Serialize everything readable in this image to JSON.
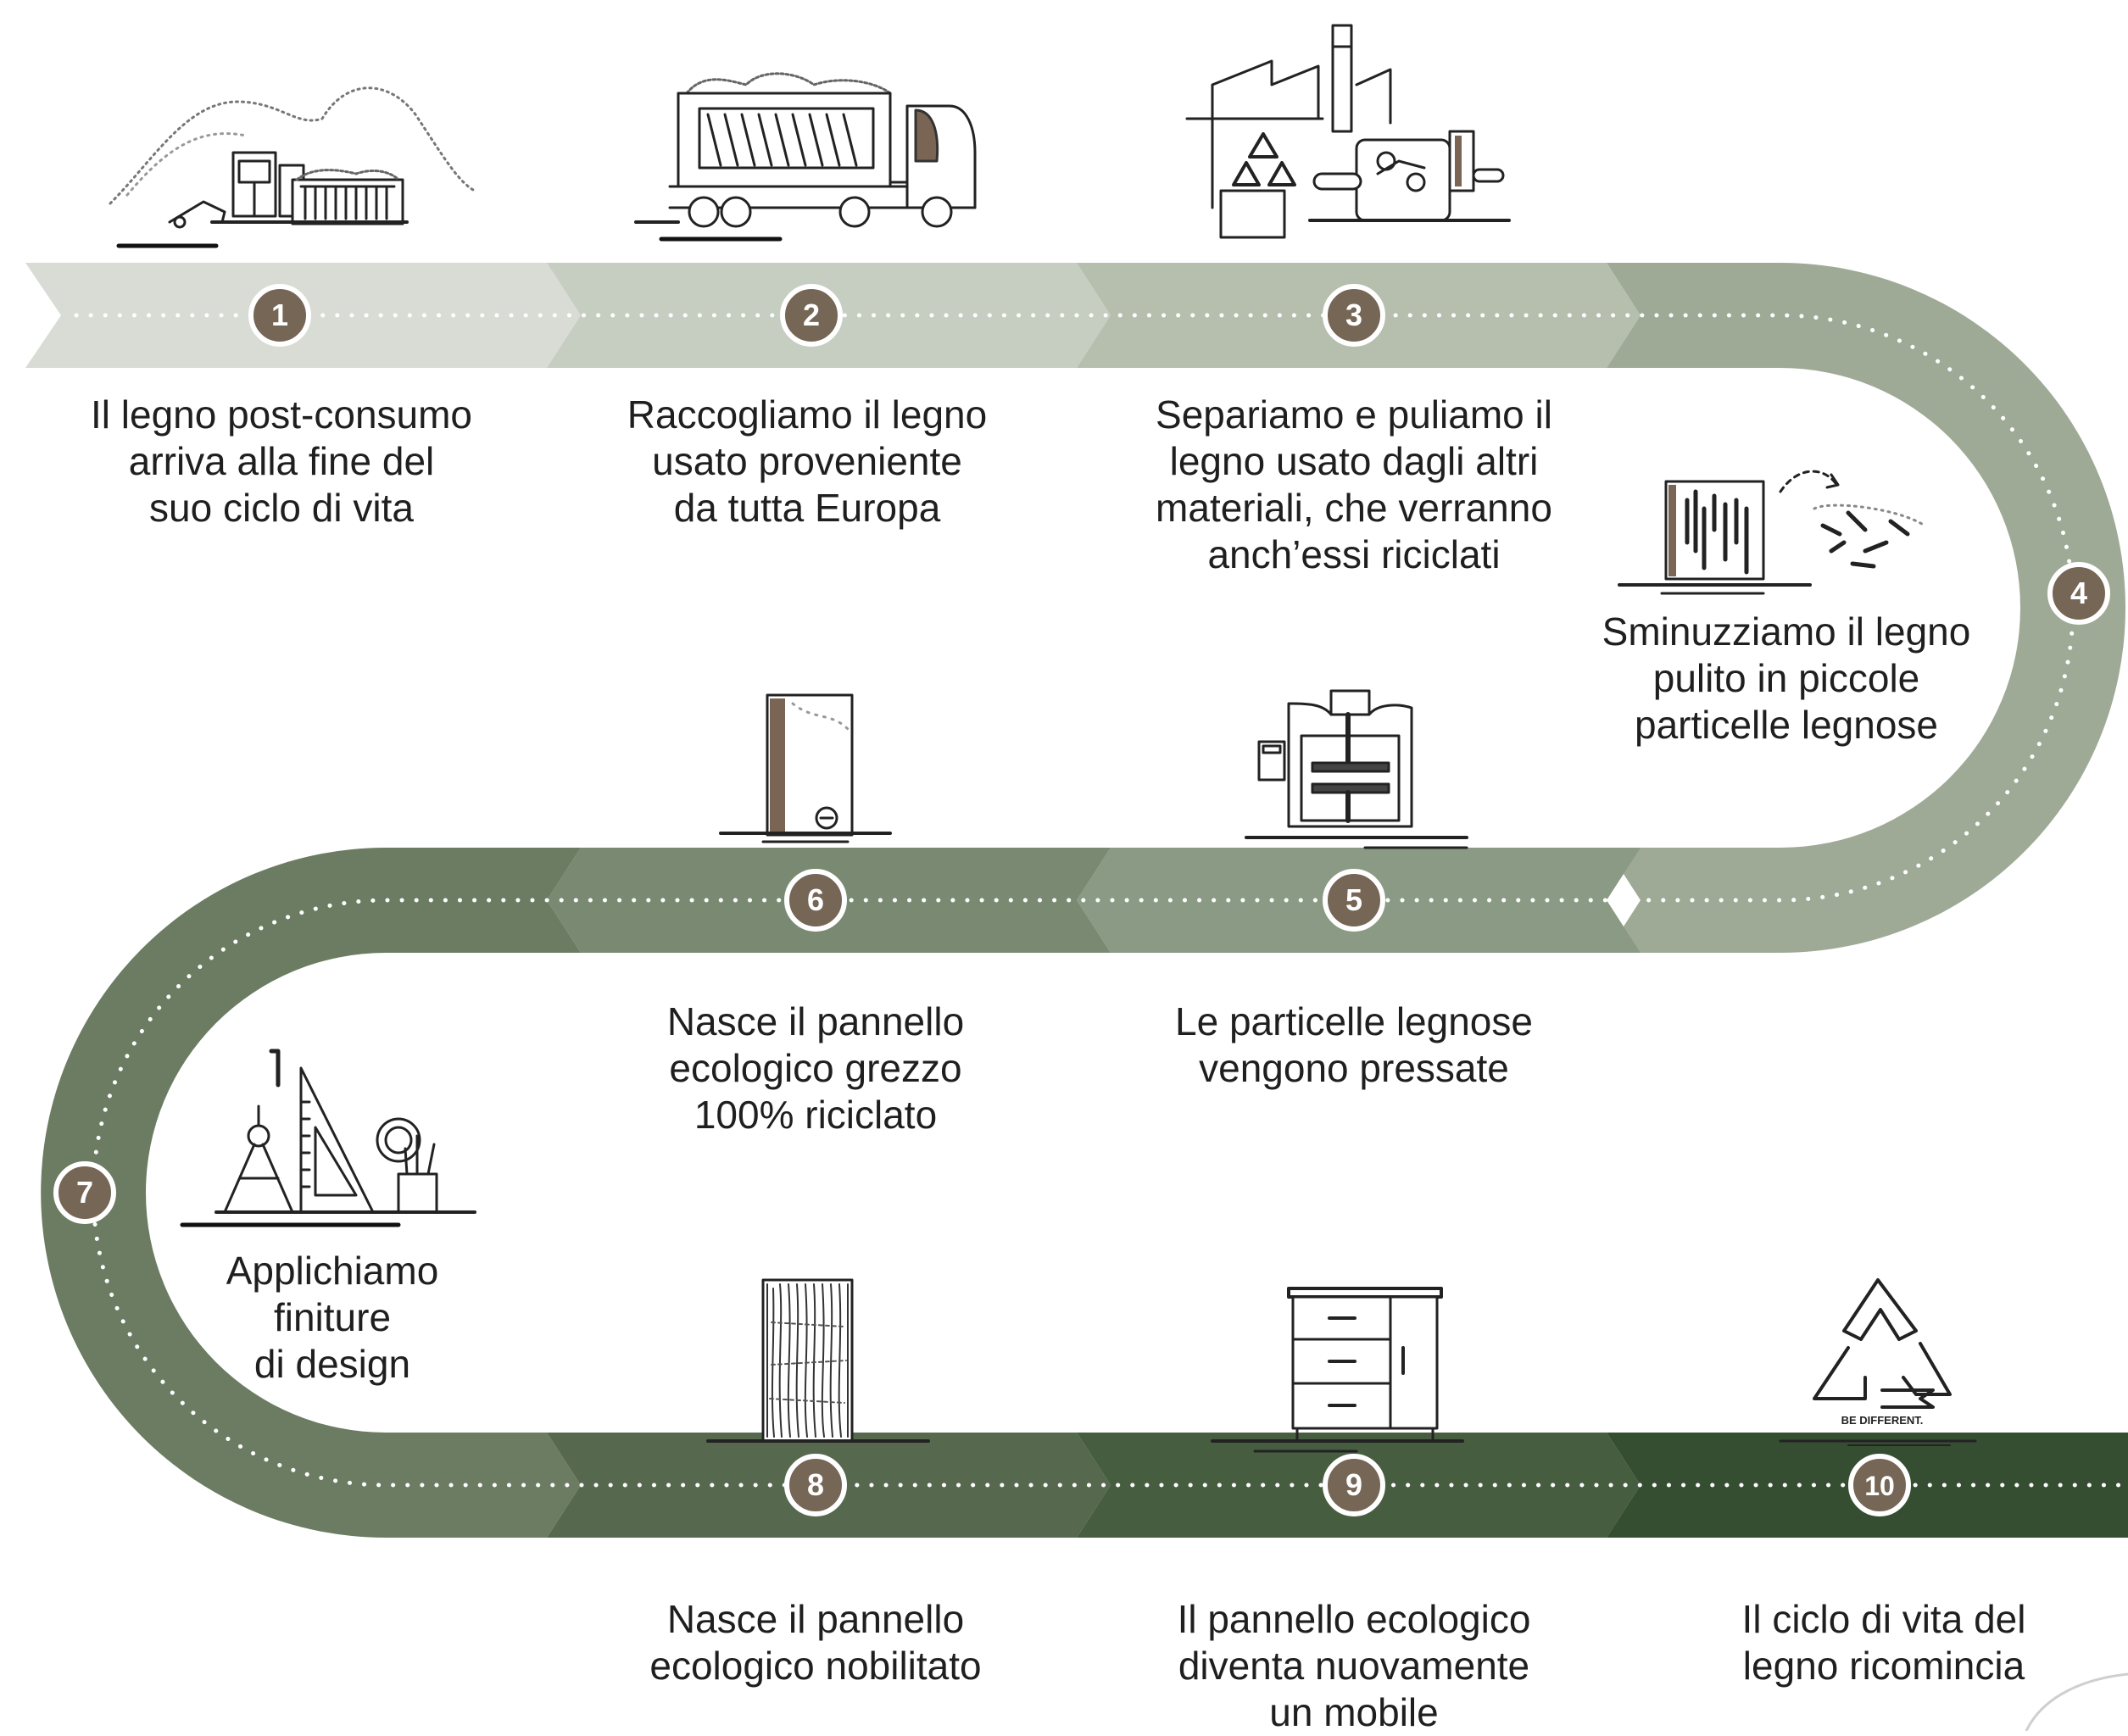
{
  "colors": {
    "badge": "#756656",
    "band_1": "#d8dcd4",
    "band_2": "#c6cdc1",
    "band_3": "#b6bfae",
    "band_4": "#9eaa96",
    "band_5": "#8b9a84",
    "band_6": "#7a8a72",
    "band_7": "#6b7c62",
    "band_8": "#56694e",
    "band_9": "#475d40",
    "band_10": "#354e31",
    "text": "#1f1f1f",
    "dots": "#ffffff"
  },
  "steps": [
    {
      "number": "1",
      "icon": "landfill-icon",
      "lines": [
        "Il legno post-consumo",
        "arriva alla fine del",
        "suo ciclo di vita"
      ]
    },
    {
      "number": "2",
      "icon": "truck-icon",
      "lines": [
        "Raccogliamo il legno",
        "usato proveniente",
        "da tutta Europa"
      ]
    },
    {
      "number": "3",
      "icon": "recycling-plant-icon",
      "lines": [
        "Separiamo e puliamo il",
        "legno usato dagli altri",
        "materiali, che verranno",
        "anch’essi riciclati"
      ]
    },
    {
      "number": "4",
      "icon": "shredder-icon",
      "lines": [
        "Sminuzziamo il legno",
        "pulito in piccole",
        "particelle legnose"
      ]
    },
    {
      "number": "5",
      "icon": "press-machine-icon",
      "lines": [
        "Le particelle legnose",
        "vengono pressate"
      ]
    },
    {
      "number": "6",
      "icon": "raw-panel-icon",
      "lines": [
        "Nasce il pannello",
        "ecologico grezzo",
        "100% riciclato"
      ]
    },
    {
      "number": "7",
      "icon": "design-tools-icon",
      "lines": [
        "Applichiamo",
        "finiture",
        "di design"
      ]
    },
    {
      "number": "8",
      "icon": "finished-panel-icon",
      "lines": [
        "Nasce il pannello",
        "ecologico nobilitato"
      ]
    },
    {
      "number": "9",
      "icon": "cabinet-icon",
      "lines": [
        "Il pannello ecologico",
        "diventa nuovamente",
        "un mobile"
      ]
    },
    {
      "number": "10",
      "icon": "recycle-logo-icon",
      "lines": [
        "Il ciclo di vita del",
        "legno ricomincia"
      ]
    }
  ],
  "logo_text": "BE DIFFERENT."
}
